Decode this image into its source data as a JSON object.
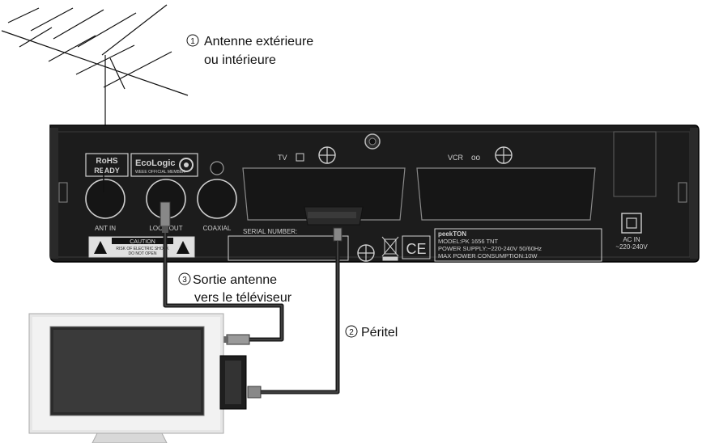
{
  "callouts": {
    "antenna": {
      "num": "1",
      "line1": "Antenne extérieure",
      "line2": "ou intérieure"
    },
    "tv_out": {
      "num": "3",
      "line1": "Sortie antenne",
      "line2": "vers le téléviseur"
    },
    "scart": {
      "num": "2",
      "line1": "Péritel"
    }
  },
  "panel": {
    "rohs": {
      "line1": "RoHS",
      "line2": "READY"
    },
    "ecologic": {
      "name": "EcoLogic",
      "sub": "WEEE OFFICIAL MEMBER"
    },
    "tv_label": "TV",
    "vcr_label": "VCR",
    "ant_in": "ANT IN",
    "loop_out": "LOOP OUT",
    "coaxial": "COAXIAL",
    "serial": "SERIAL NUMBER:",
    "caution": {
      "title": "CAUTION",
      "line1": "RISK OF ELECTRIC SHOCK",
      "line2": "DO NOT OPEN"
    },
    "ce": "CE",
    "brand": "peekTON",
    "model": "MODEL:PK 1656 TNT",
    "power_supply": "POWER SUPPLY:~220-240V 50/60Hz",
    "consumption": "MAX POWER CONSUMPTION:10W",
    "ac_in": "AC IN",
    "ac_volt": "~220-240V"
  },
  "colors": {
    "panel": "#1c1c1c",
    "panel_text": "#cfcfcf",
    "cable": "#1a1a1a",
    "tv_frame": "#e6e6e6"
  }
}
